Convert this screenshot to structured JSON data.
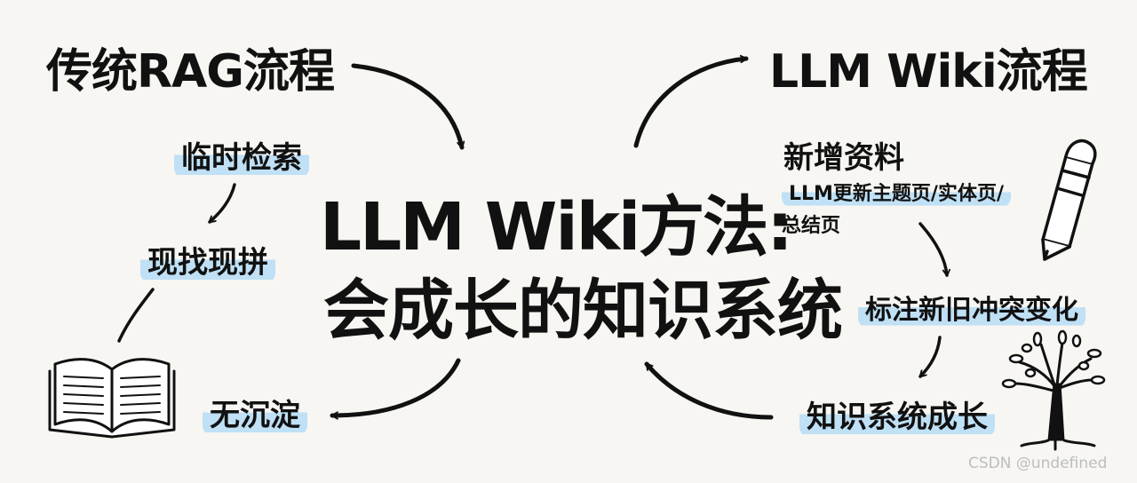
{
  "titles": {
    "left": "传统RAG流程",
    "right": "LLM Wiki流程"
  },
  "center": {
    "line1": "LLM Wiki方法:",
    "line2": "会成长的知识系统"
  },
  "left_flow": {
    "step1": "临时检索",
    "step2": "现找现拼",
    "step3": "无沉淀"
  },
  "right_flow": {
    "step1": "新增资料",
    "step2_line1": "LLM更新主题页/实体页/",
    "step2_line2": "总结页",
    "step3": "标注新旧冲突变化",
    "step4": "知识系统成长"
  },
  "watermark": "CSDN @undefined",
  "colors": {
    "highlight": "#bfe0f5",
    "ink": "#111111",
    "background": "#f7f6f2"
  },
  "icons": [
    "book-icon",
    "pencil-icon",
    "tree-icon"
  ]
}
